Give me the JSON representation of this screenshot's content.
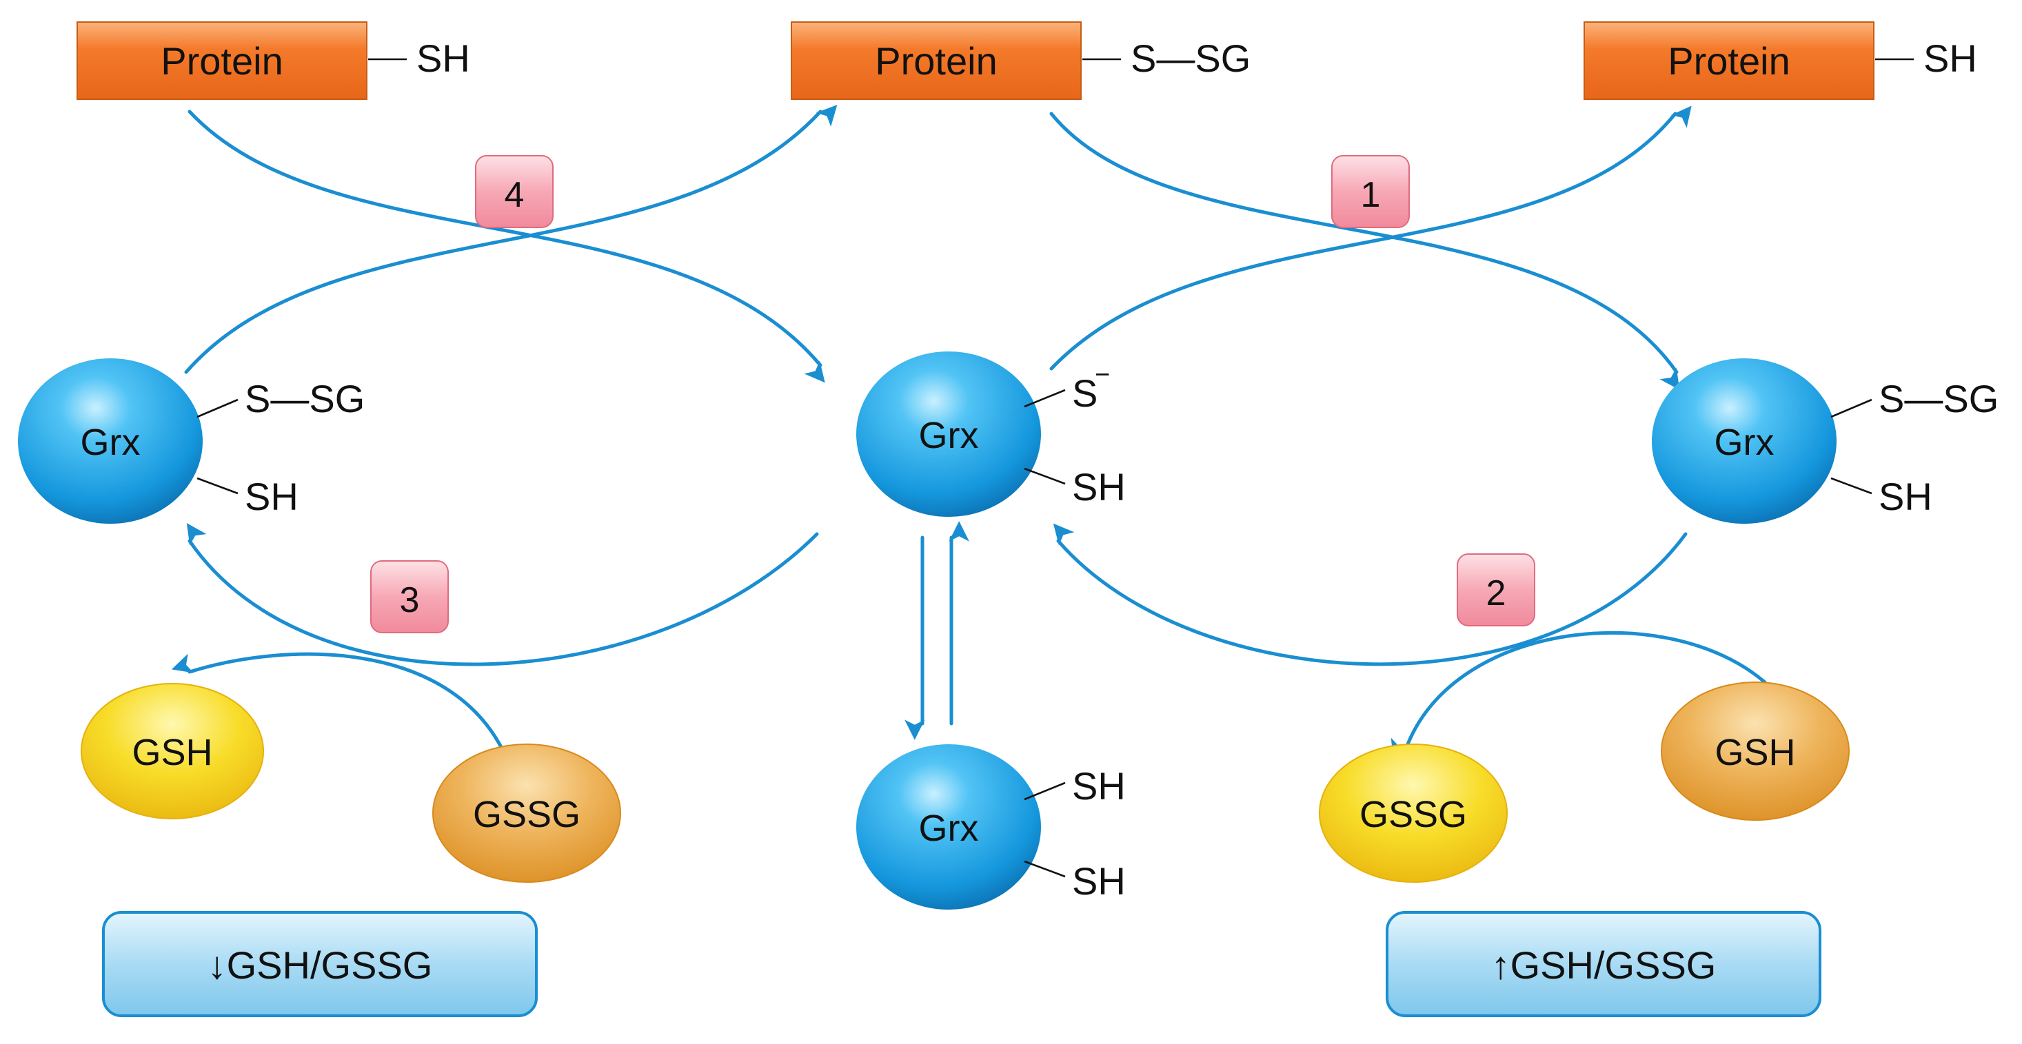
{
  "colors": {
    "arrow": "#1a8ed1",
    "protein": "#f47a2a",
    "grx": "#1aa0e3",
    "gsh_yellow": "#f6d71c",
    "gssg_orange": "#e9a53b",
    "badge": "#f6a3b0",
    "ratio_box": "#a9dbf4"
  },
  "proteins": [
    {
      "label": "Protein",
      "group": "SH"
    },
    {
      "label": "Protein",
      "group": "S—SG"
    },
    {
      "label": "Protein",
      "group": "SH"
    }
  ],
  "grx_nodes": {
    "left": {
      "label": "Grx",
      "top_group": "S—SG",
      "bottom_group": "SH"
    },
    "center": {
      "label": "Grx",
      "top_group": "S",
      "top_charge": "−",
      "bottom_group": "SH"
    },
    "right": {
      "label": "Grx",
      "top_group": "S—SG",
      "bottom_group": "SH"
    },
    "bottom": {
      "label": "Grx",
      "top_group": "SH",
      "bottom_group": "SH"
    }
  },
  "glutathione": {
    "left_gsh": "GSH",
    "left_gssg": "GSSG",
    "right_gssg": "GSSG",
    "right_gsh": "GSH"
  },
  "steps": [
    "4",
    "1",
    "3",
    "2"
  ],
  "ratio_boxes": {
    "left": "↓GSH/GSSG",
    "right": "↑GSH/GSSG"
  }
}
